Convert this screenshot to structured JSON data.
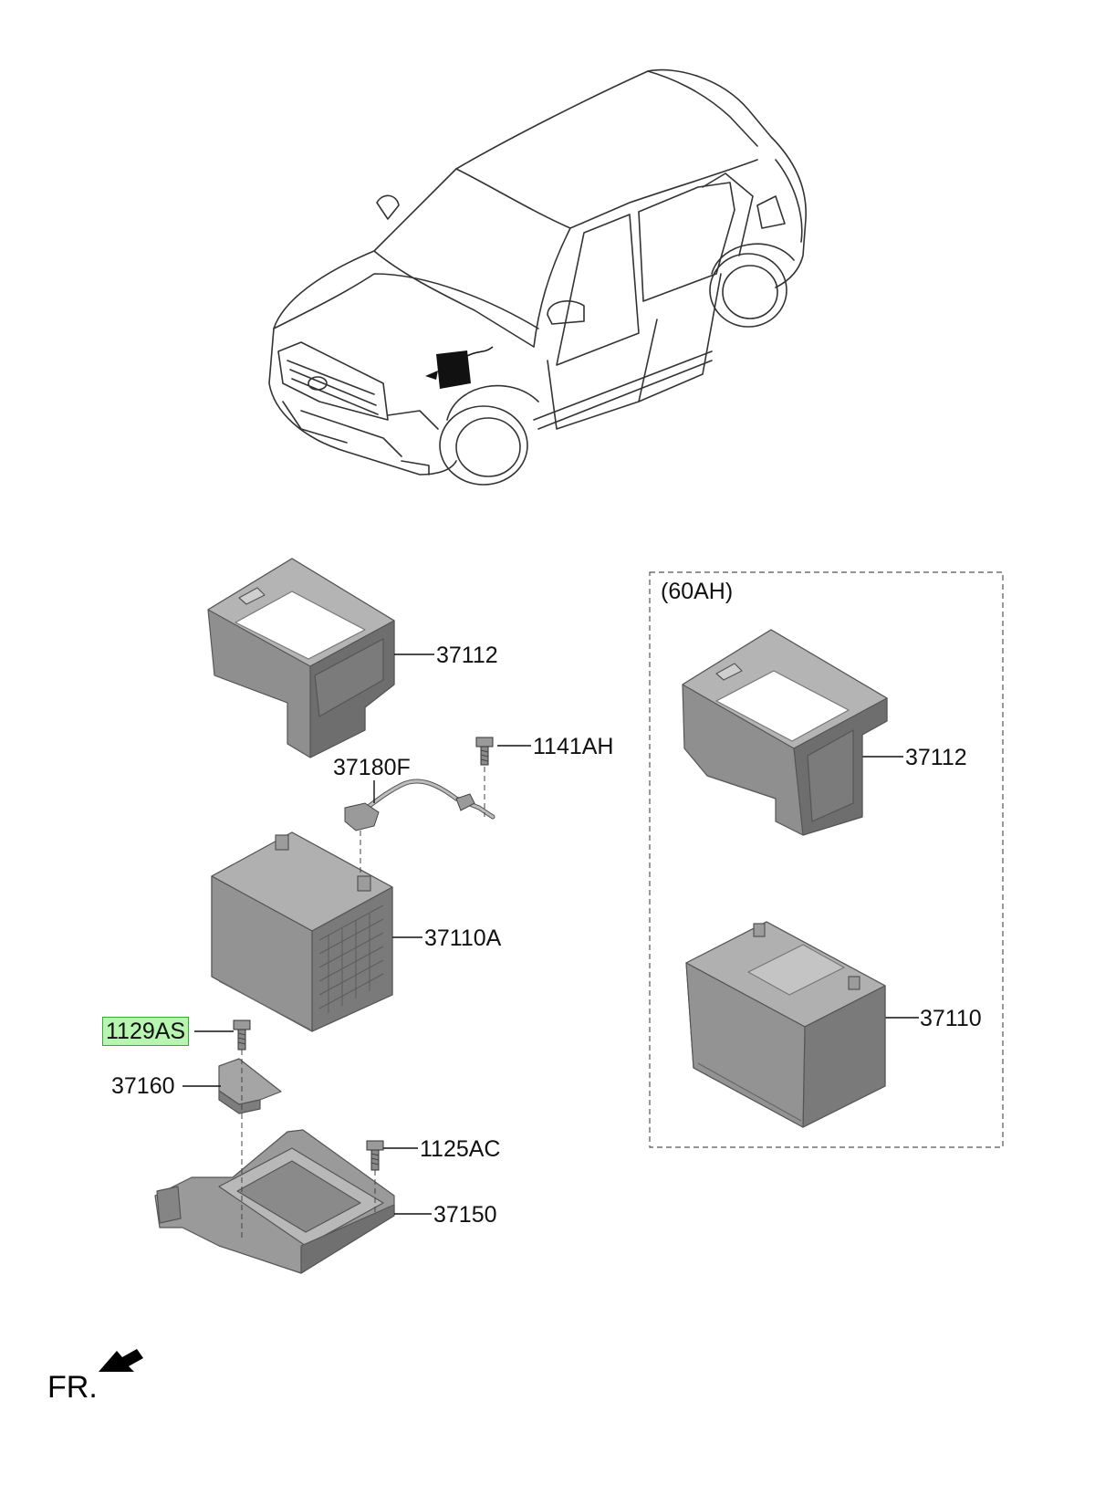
{
  "labels": {
    "top_bracket": "37112",
    "bolt_top": "1141AH",
    "cable": "37180F",
    "battery": "37110A",
    "bolt_highlight": "1129AS",
    "clamp": "37160",
    "bolt_tray": "1125AC",
    "tray": "37150"
  },
  "option_box": {
    "title": "(60AH)",
    "bracket": "37112",
    "battery": "37110"
  },
  "front_indicator": "FR.",
  "colors": {
    "part_fill": "#8f8f8f",
    "part_dark": "#6e6e6e",
    "part_light": "#b4b4b4",
    "highlight_fill": "#b8f5b0",
    "highlight_border": "#3aa53a"
  }
}
